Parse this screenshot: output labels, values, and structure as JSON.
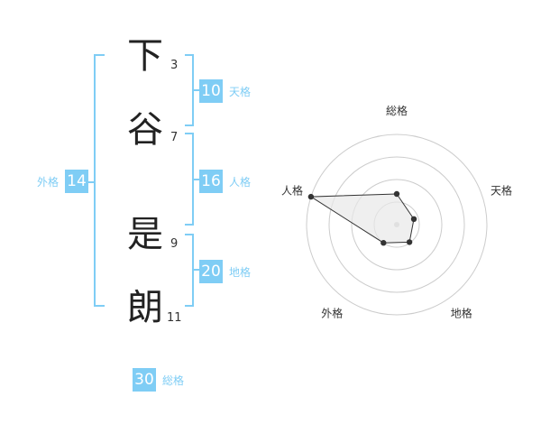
{
  "name": {
    "chars": [
      {
        "char": "下",
        "strokes": "3"
      },
      {
        "char": "谷",
        "strokes": "7"
      },
      {
        "char": "是",
        "strokes": "9"
      },
      {
        "char": "朗",
        "strokes": "11"
      }
    ]
  },
  "kakusu": {
    "tenkaku": {
      "value": "10",
      "label": "天格"
    },
    "jinkaku": {
      "value": "16",
      "label": "人格"
    },
    "chikaku": {
      "value": "20",
      "label": "地格"
    },
    "gaikaku": {
      "value": "14",
      "label": "外格"
    },
    "soukaku": {
      "value": "30",
      "label": "総格"
    }
  },
  "chart_data": {
    "type": "radar",
    "axes": [
      "総格",
      "天格",
      "地格",
      "外格",
      "人格"
    ],
    "rings": 4,
    "values": [
      0.34,
      0.2,
      0.24,
      0.25,
      1.0
    ],
    "colors": {
      "accent": "#7fcdf5",
      "fill": "#e8e8e8",
      "line": "#333333",
      "ring": "#cccccc"
    }
  }
}
